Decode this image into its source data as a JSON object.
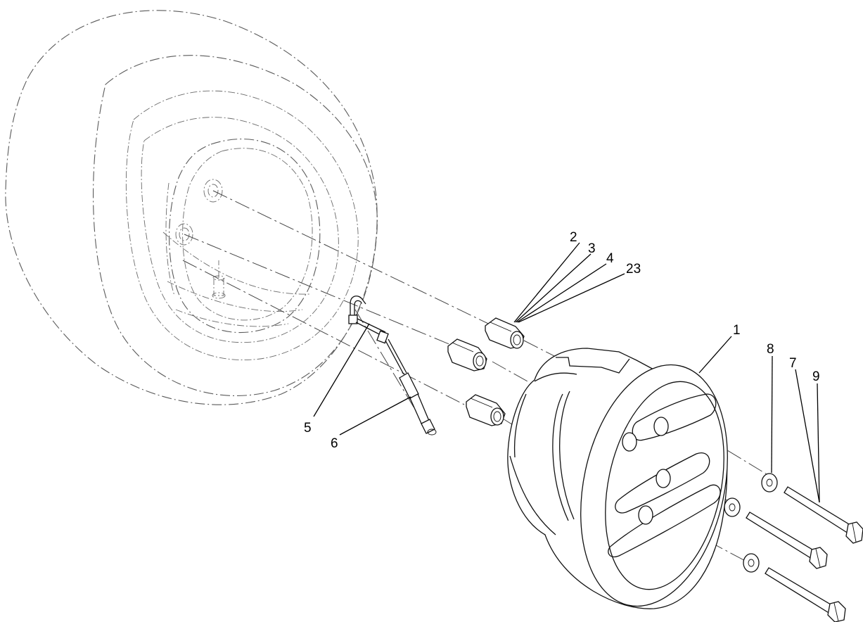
{
  "callouts": {
    "c1": "1",
    "c2": "2",
    "c3": "3",
    "c4": "4",
    "c23": "23",
    "c5": "5",
    "c6": "6",
    "c7": "7",
    "c8": "8",
    "c9": "9"
  }
}
